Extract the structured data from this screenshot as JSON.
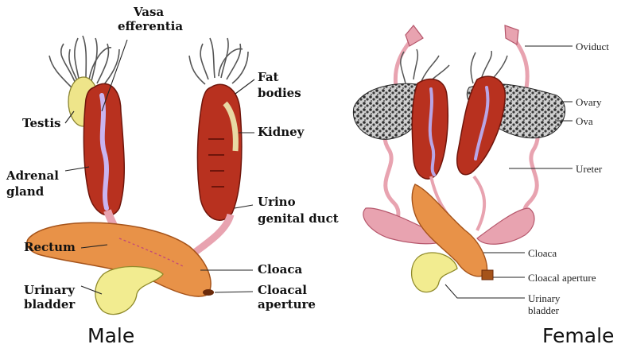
{
  "male": {
    "caption": "Male",
    "labels": {
      "vasa_efferentia_1": "Vasa",
      "vasa_efferentia_2": "efferentia",
      "fat_bodies_1": "Fat",
      "fat_bodies_2": "bodies",
      "testis": "Testis",
      "kidney": "Kidney",
      "adrenal_gland_1": "Adrenal",
      "adrenal_gland_2": "gland",
      "urino_genital_duct_1": "Urino",
      "urino_genital_duct_2": "genital duct",
      "rectum": "Rectum",
      "cloaca": "Cloaca",
      "urinary_bladder_1": "Urinary",
      "urinary_bladder_2": "bladder",
      "cloacal_aperture_1": "Cloacal",
      "cloacal_aperture_2": "aperture"
    }
  },
  "female": {
    "caption": "Female",
    "labels": {
      "oviduct": "Oviduct",
      "ovary": "Ovary",
      "ova": "Ova",
      "ureter": "Ureter",
      "cloaca": "Cloaca",
      "cloacal_aperture": "Cloacal aperture",
      "urinary_bladder_1": "Urinary",
      "urinary_bladder_2": "bladder"
    }
  },
  "colors": {
    "kidney": "#b8311f",
    "kidney_dark": "#7a1a10",
    "duct": "#e8a3b0",
    "duct_dark": "#b5566b",
    "testis": "#eee58a",
    "rectum": "#e89248",
    "rectum_dark": "#b05a1c",
    "bladder": "#f2ec90",
    "vein": "#b9a6e6",
    "ovary": "#555555",
    "fat": "#d9d9c0"
  }
}
